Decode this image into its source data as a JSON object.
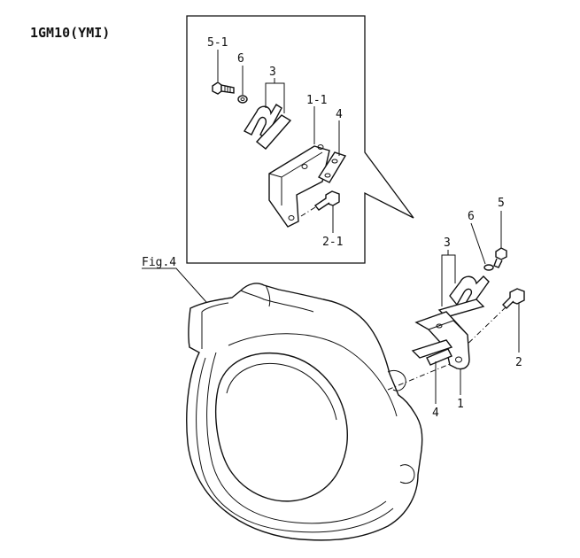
{
  "model_label": "1GM10(YMI)",
  "fig_ref": "Fig.4",
  "callouts": {
    "inset_5_1": "5-1",
    "inset_6": "6",
    "inset_3": "3",
    "inset_1_1": "1-1",
    "inset_4": "4",
    "inset_2_1": "2-1",
    "main_5": "5",
    "main_6": "6",
    "main_3": "3",
    "main_2": "2",
    "main_1": "1",
    "main_4": "4"
  }
}
